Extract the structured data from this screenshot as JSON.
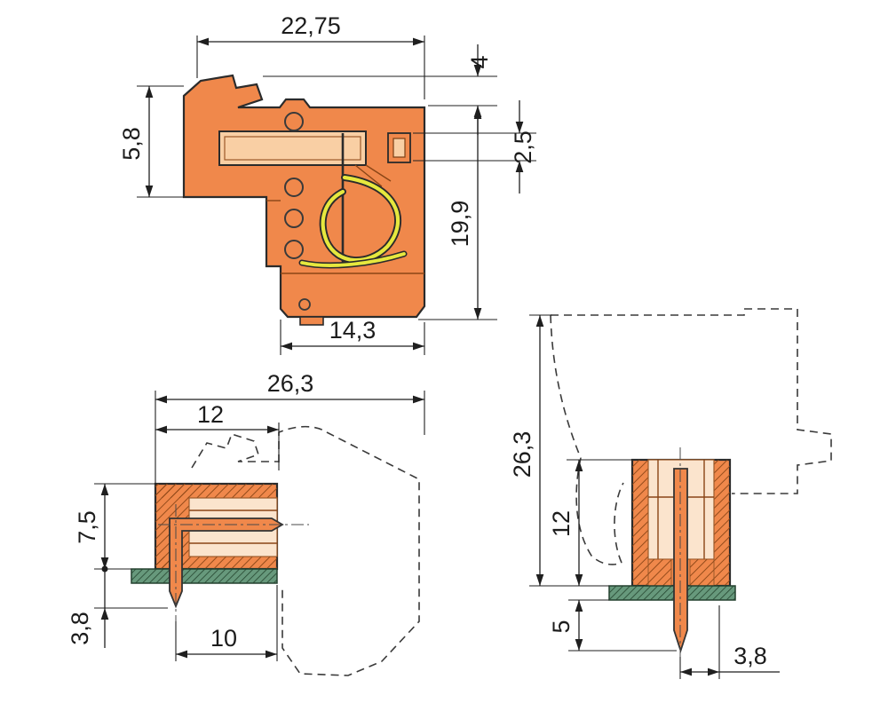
{
  "colors": {
    "body_orange": "#F0884B",
    "cavity_light": "#FBE4CD",
    "slot_light": "#F9CFA4",
    "pcb_green": "#67997C",
    "spring_yellow": "#E6E83E",
    "line_dark": "#1F1F1F"
  },
  "views": {
    "section": {
      "dims": {
        "total_width": "22,75",
        "top_offset": "4",
        "upper_height": "5,8",
        "slot_height": "2,5",
        "overall_height": "19,9",
        "lower_width": "14,3"
      }
    },
    "side": {
      "dims": {
        "overall_length": "26,3",
        "insertion_depth": "12",
        "height_above_board": "7,5",
        "pin_protrusion": "3,8",
        "pin_spacing": "10"
      }
    },
    "front": {
      "dims": {
        "overall_height": "26,3",
        "housing_height": "12",
        "pin_below_board": "5",
        "pin_edge_offset": "3,8"
      }
    }
  }
}
